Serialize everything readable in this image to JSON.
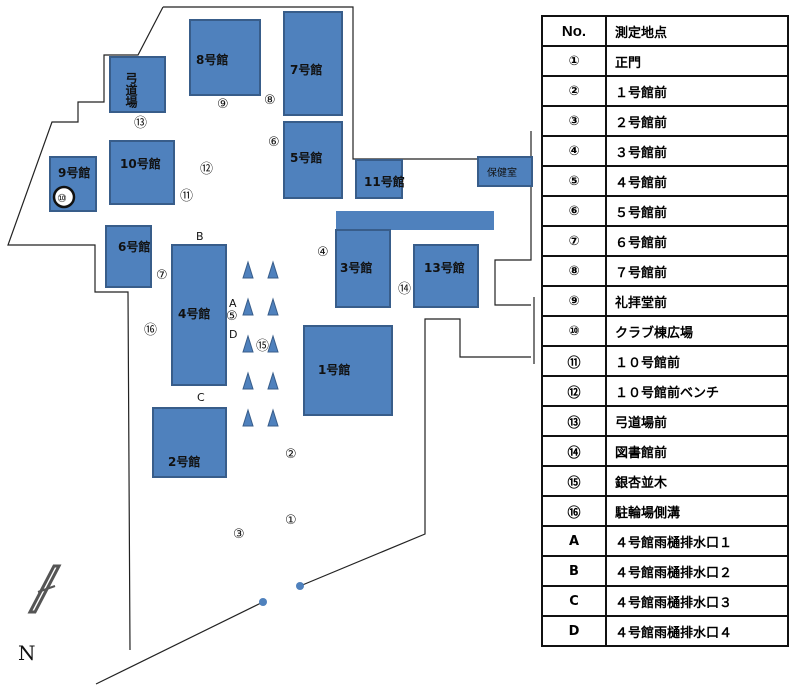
{
  "map": {
    "buildings": {
      "kyudojo": "弓道場",
      "b8": "8号館",
      "b7": "7号館",
      "b5": "5号館",
      "b10": "10号館",
      "b9": "9号館",
      "b11": "11号館",
      "hokenshitsu": "保健室",
      "b3": "3号館",
      "b13": "13号館",
      "b6": "6号館",
      "b4": "4号館",
      "b1": "1号館",
      "b2": "2号館"
    },
    "markers": {
      "m1": "①",
      "m2": "②",
      "m3": "③",
      "m4": "④",
      "m5": "⑤",
      "m6": "⑥",
      "m7": "⑦",
      "m8": "⑧",
      "m9": "⑨",
      "m10": "⑩",
      "m11": "⑪",
      "m12": "⑫",
      "m13": "⑬",
      "m14": "⑭",
      "m15": "⑮",
      "m16": "⑯",
      "A": "A",
      "B": "B",
      "C": "C",
      "D": "D"
    },
    "north": "N",
    "colors": {
      "building": "#4f81bd",
      "building_border": "#385d8a"
    }
  },
  "table": {
    "header": {
      "no": "No.",
      "name": "測定地点"
    },
    "rows": [
      {
        "no": "①",
        "name": "正門"
      },
      {
        "no": "②",
        "name": "１号館前"
      },
      {
        "no": "③",
        "name": "２号館前"
      },
      {
        "no": "④",
        "name": "３号館前"
      },
      {
        "no": "⑤",
        "name": "４号館前"
      },
      {
        "no": "⑥",
        "name": "５号館前"
      },
      {
        "no": "⑦",
        "name": "６号館前"
      },
      {
        "no": "⑧",
        "name": "７号館前"
      },
      {
        "no": "⑨",
        "name": "礼拝堂前"
      },
      {
        "no": "⑩",
        "name": "クラブ棟広場"
      },
      {
        "no": "⑪",
        "name": "１０号館前"
      },
      {
        "no": "⑫",
        "name": "１０号館前ベンチ"
      },
      {
        "no": "⑬",
        "name": "弓道場前"
      },
      {
        "no": "⑭",
        "name": "図書館前"
      },
      {
        "no": "⑮",
        "name": "銀杏並木"
      },
      {
        "no": "⑯",
        "name": "駐輪場側溝"
      },
      {
        "no": "A",
        "name": "４号館雨樋排水口１"
      },
      {
        "no": "B",
        "name": "４号館雨樋排水口２"
      },
      {
        "no": "C",
        "name": "４号館雨樋排水口３"
      },
      {
        "no": "D",
        "name": "４号館雨樋排水口４"
      }
    ]
  }
}
